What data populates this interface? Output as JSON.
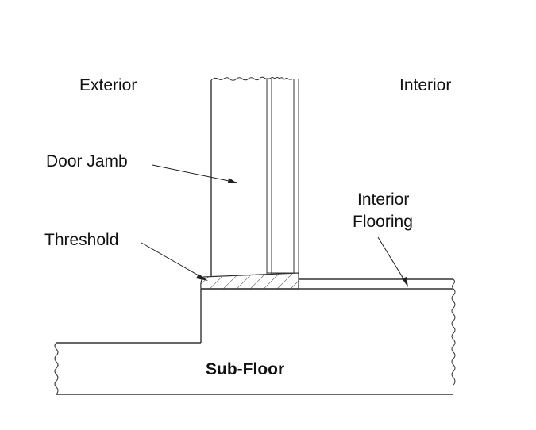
{
  "diagram": {
    "title": "Door threshold cross-section",
    "labels": {
      "exterior": "Exterior",
      "interior": "Interior",
      "door_jamb": "Door Jamb",
      "threshold": "Threshold",
      "interior_flooring_line1": "Interior",
      "interior_flooring_line2": "Flooring",
      "sub_floor": "Sub-Floor"
    },
    "colors": {
      "line": "#333333",
      "text": "#111111",
      "background": "#ffffff"
    }
  }
}
